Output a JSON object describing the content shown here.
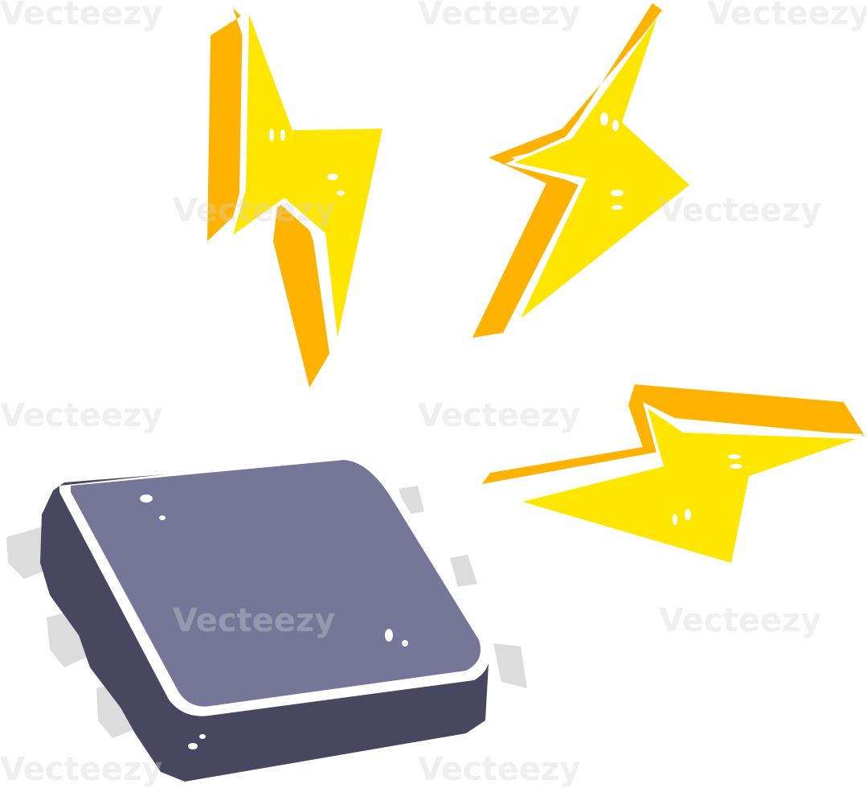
{
  "scene": {
    "subject": "microchip-with-lightning-bolts",
    "colors": {
      "background": "#ffffff",
      "chip_top": "#767699",
      "chip_side": "#474760",
      "chip_pins": "#dcdcdc",
      "highlight": "#ffffff",
      "bolt_light": "#ffe600",
      "bolt_dark": "#ffb300"
    }
  },
  "watermark": {
    "brand": "Vecteezy",
    "tiles": [
      "Vecteezy",
      "Vecteezy",
      "Vecteezy",
      "Vecteezy",
      "Vecteezy",
      "Vecteezy",
      "Vecteezy",
      "Vecteezy",
      "Vecteezy",
      "Vecteezy",
      "Vecteezy"
    ]
  }
}
